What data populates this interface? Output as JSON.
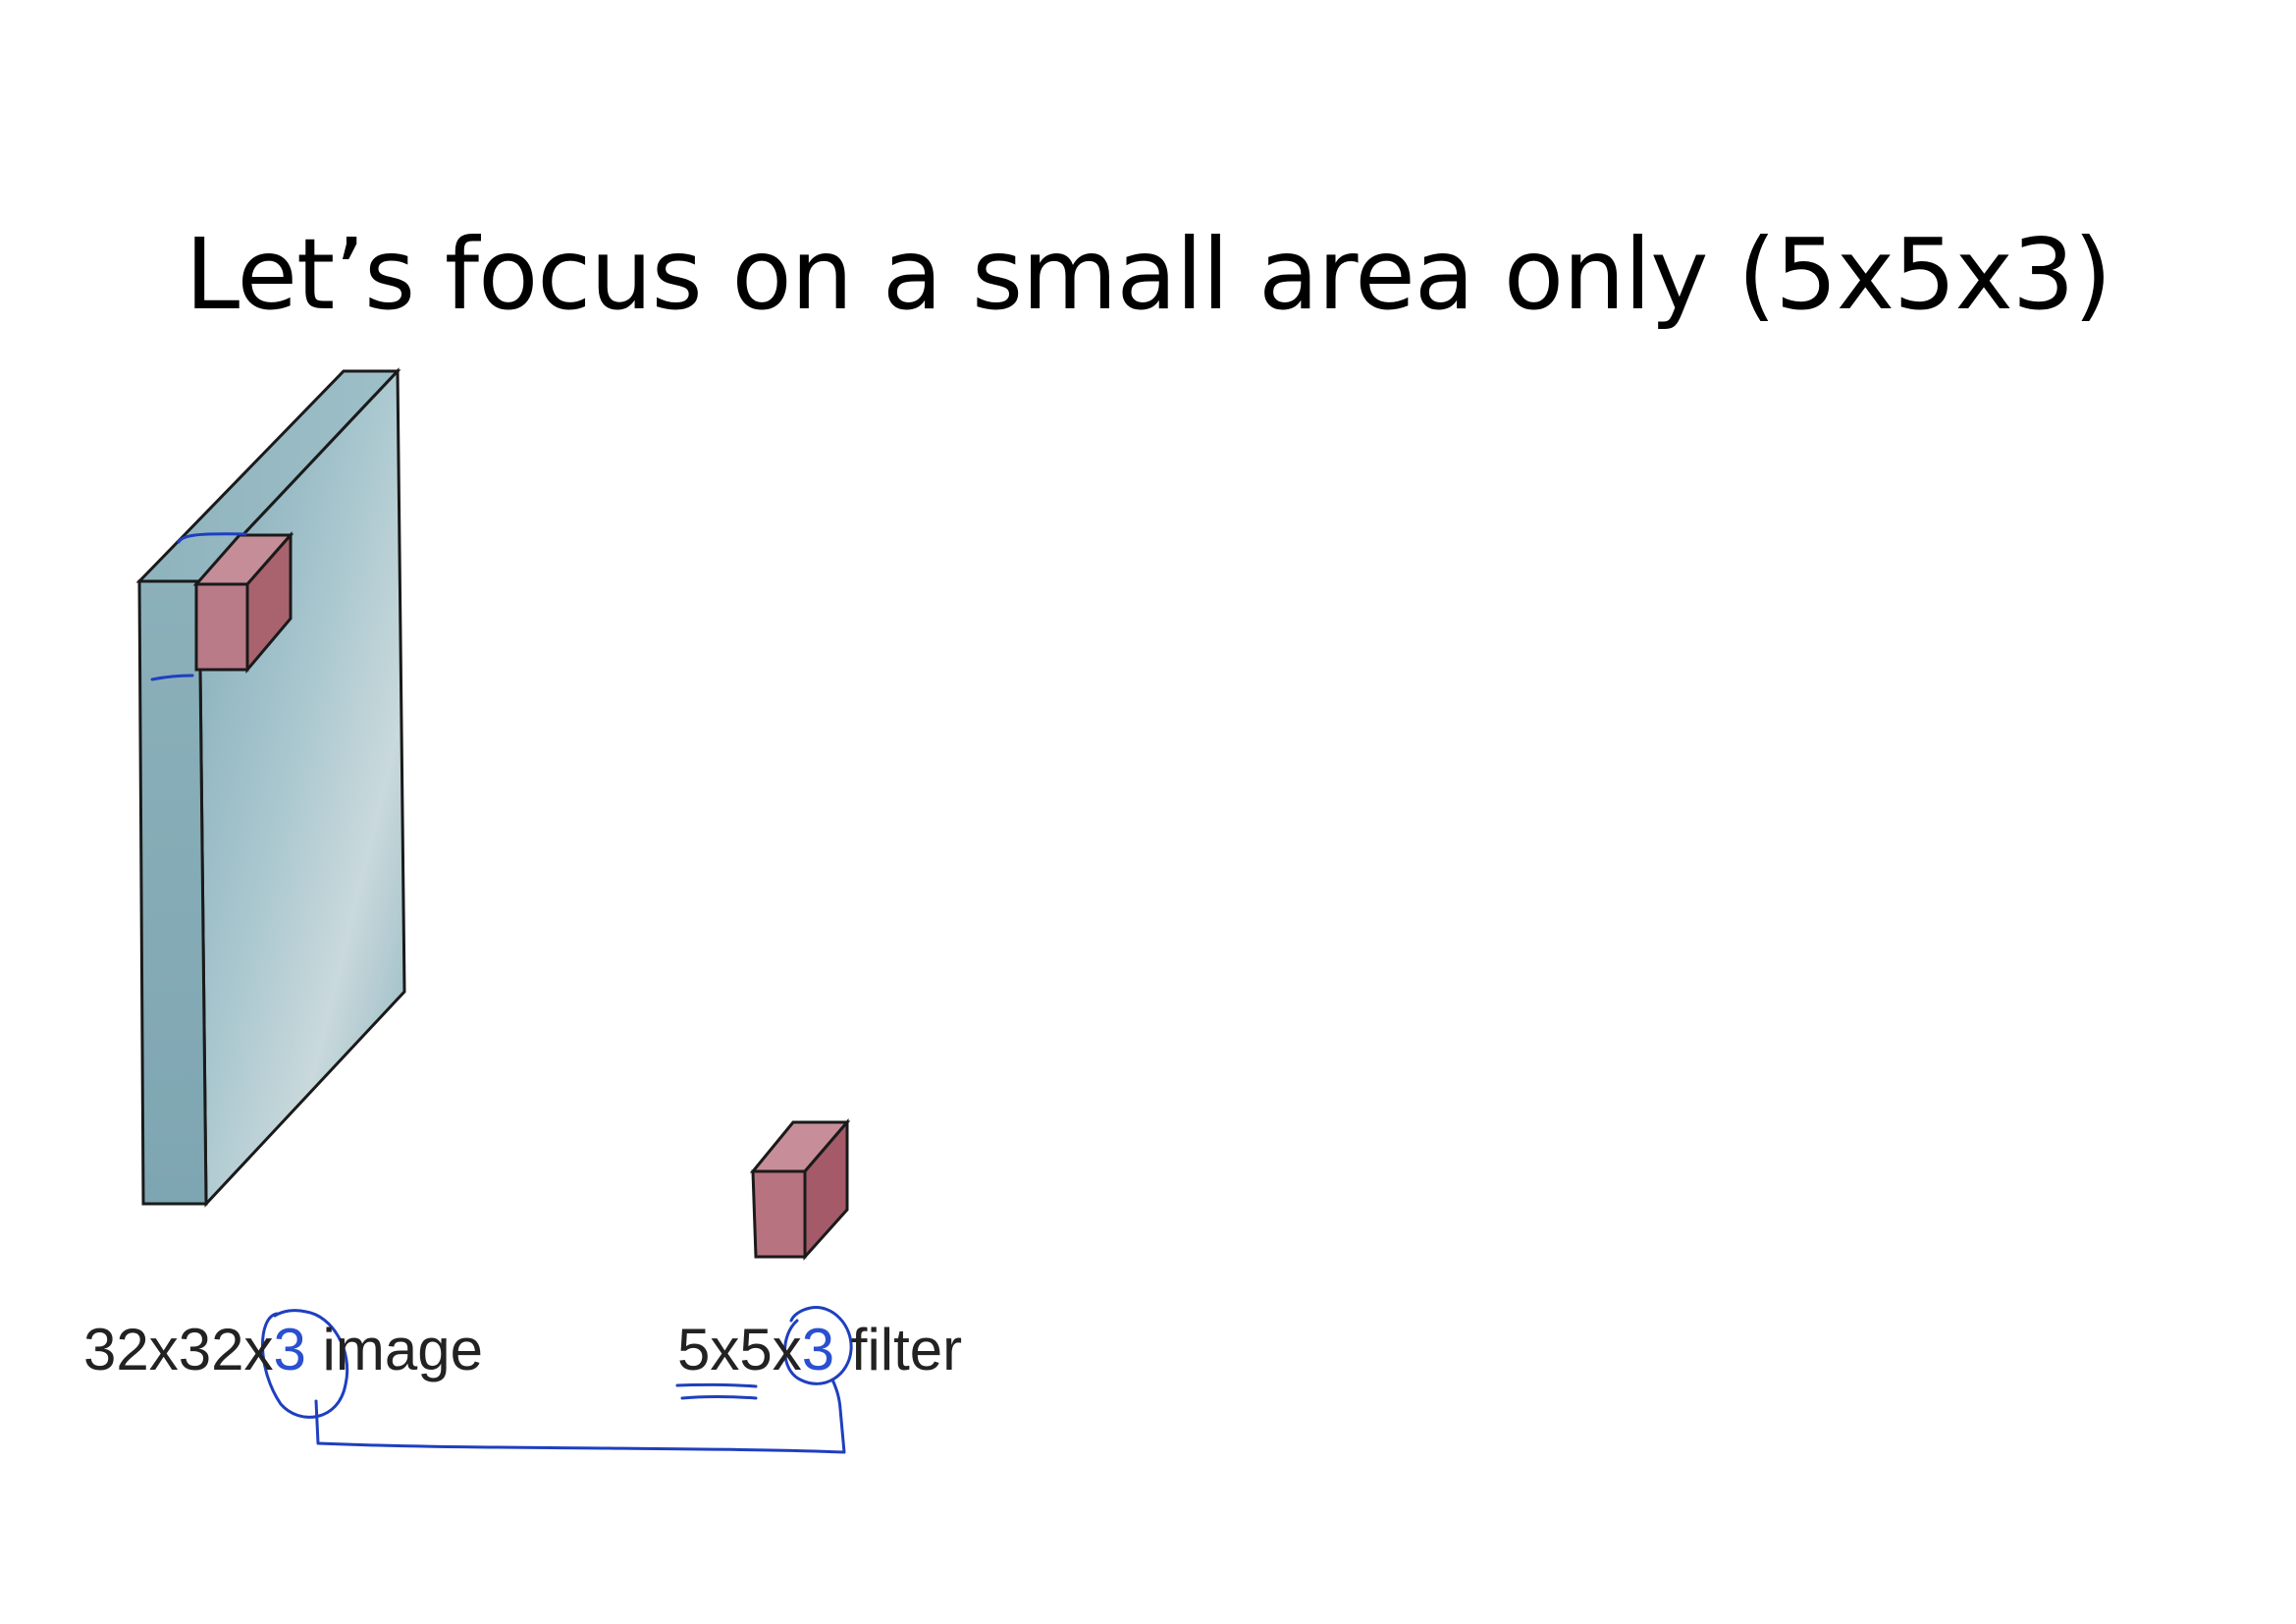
{
  "title": "Let’s focus on a small area only (5x5x3)",
  "image_label": {
    "prefix": "32x32x",
    "depth": "3",
    "suffix": " image"
  },
  "filter_label": {
    "prefix": "5x5x",
    "depth": "3",
    "suffix": " filter"
  },
  "colors": {
    "background": "#ffffff",
    "volume_front": "#8fb5c0",
    "volume_side": "#7ea8b4",
    "volume_top": "#9fc0c8",
    "filter_front": "#b87684",
    "filter_side": "#a8606f",
    "filter_top": "#c98c98",
    "annotation": "#1f3fbf",
    "accent": "#2a4fd0"
  },
  "icons": {
    "input_volume": "blue-3d-slab",
    "filter_cube": "red-3d-cube",
    "annotation": "hand-drawn-blue-ink"
  }
}
